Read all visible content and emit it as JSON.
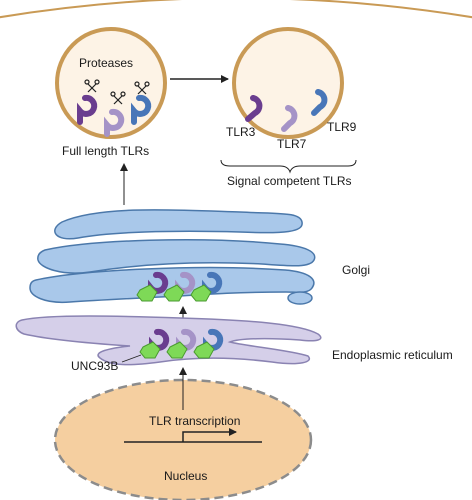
{
  "labels": {
    "proteases": "Proteases",
    "full_length": "Full length TLRs",
    "tlr3": "TLR3",
    "tlr7": "TLR7",
    "tlr9": "TLR9",
    "signal_competent": "Signal competent TLRs",
    "golgi": "Golgi",
    "er": "Endoplasmic reticulum",
    "unc93b": "UNC93B",
    "transcription": "TLR transcription",
    "nucleus": "Nucleus"
  },
  "colors": {
    "vesicle_fill": "#fdf3e6",
    "vesicle_stroke": "#c99a55",
    "golgi_fill": "#a9c8ea",
    "golgi_stroke": "#4b78aa",
    "er_fill": "#d5cfe9",
    "er_stroke": "#8a83b2",
    "nucleus_fill": "#f5cfa0",
    "nucleus_stroke": "#8c8c8c",
    "tlr3": "#6a3d8f",
    "tlr7": "#a593c7",
    "tlr9": "#4876b8",
    "unc93b": "#7ed957"
  },
  "icons": [
    "scissors-icon",
    "arrow-icon"
  ]
}
